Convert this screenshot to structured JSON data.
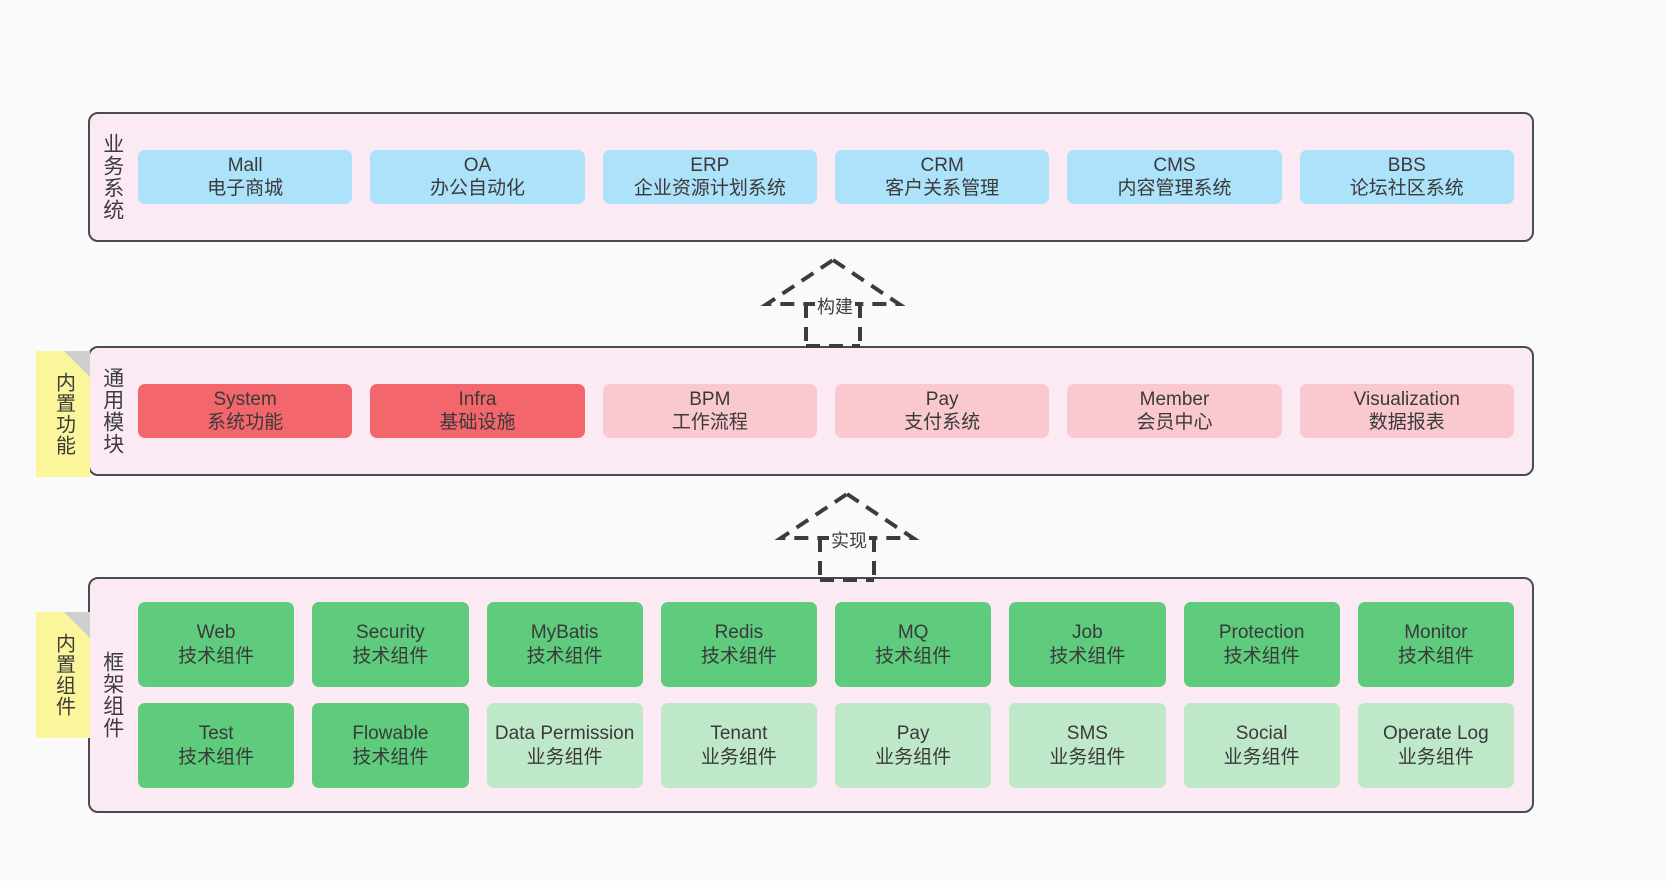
{
  "diagram": {
    "title_note": "分层架构图",
    "background_color": "#fafafa",
    "layer_fill": "#fbeaf4",
    "layer_border": "#4a4a52",
    "sticky_color": "#fbf59b",
    "colors": {
      "blue": "#ade2fb",
      "red": "#f2666c",
      "pink": "#fac9cf",
      "green": "#5ecb7d",
      "mint": "#bfe8c9"
    }
  },
  "layers": [
    {
      "id": "business-systems",
      "caption": "业务系统",
      "sticky": null,
      "rows": [
        {
          "cards": [
            {
              "name": "Mall",
              "sub": "电子商城",
              "color": "blue"
            },
            {
              "name": "OA",
              "sub": "办公自动化",
              "color": "blue"
            },
            {
              "name": "ERP",
              "sub": "企业资源计划系统",
              "color": "blue"
            },
            {
              "name": "CRM",
              "sub": "客户关系管理",
              "color": "blue"
            },
            {
              "name": "CMS",
              "sub": "内容管理系统",
              "color": "blue"
            },
            {
              "name": "BBS",
              "sub": "论坛社区系统",
              "color": "blue"
            }
          ]
        }
      ]
    },
    {
      "id": "common-modules",
      "caption": "通用模块",
      "sticky": "内置功能",
      "rows": [
        {
          "cards": [
            {
              "name": "System",
              "sub": "系统功能",
              "color": "red"
            },
            {
              "name": "Infra",
              "sub": "基础设施",
              "color": "red"
            },
            {
              "name": "BPM",
              "sub": "工作流程",
              "color": "pink"
            },
            {
              "name": "Pay",
              "sub": "支付系统",
              "color": "pink"
            },
            {
              "name": "Member",
              "sub": "会员中心",
              "color": "pink"
            },
            {
              "name": "Visualization",
              "sub": "数据报表",
              "color": "pink"
            }
          ]
        }
      ]
    },
    {
      "id": "framework-components",
      "caption": "框架组件",
      "sticky": "内置组件",
      "rows": [
        {
          "cards": [
            {
              "name": "Web",
              "sub": "技术组件",
              "color": "green"
            },
            {
              "name": "Security",
              "sub": "技术组件",
              "color": "green"
            },
            {
              "name": "MyBatis",
              "sub": "技术组件",
              "color": "green"
            },
            {
              "name": "Redis",
              "sub": "技术组件",
              "color": "green"
            },
            {
              "name": "MQ",
              "sub": "技术组件",
              "color": "green"
            },
            {
              "name": "Job",
              "sub": "技术组件",
              "color": "green"
            },
            {
              "name": "Protection",
              "sub": "技术组件",
              "color": "green"
            },
            {
              "name": "Monitor",
              "sub": "技术组件",
              "color": "green"
            }
          ]
        },
        {
          "cards": [
            {
              "name": "Test",
              "sub": "技术组件",
              "color": "green"
            },
            {
              "name": "Flowable",
              "sub": "技术组件",
              "color": "green"
            },
            {
              "name": "Data Permission",
              "sub": "业务组件",
              "color": "mint"
            },
            {
              "name": "Tenant",
              "sub": "业务组件",
              "color": "mint"
            },
            {
              "name": "Pay",
              "sub": "业务组件",
              "color": "mint"
            },
            {
              "name": "SMS",
              "sub": "业务组件",
              "color": "mint"
            },
            {
              "name": "Social",
              "sub": "业务组件",
              "color": "mint"
            },
            {
              "name": "Operate Log",
              "sub": "业务组件",
              "color": "mint"
            }
          ]
        }
      ]
    }
  ],
  "connectors": [
    {
      "id": "build",
      "label": "构建"
    },
    {
      "id": "implement",
      "label": "实现"
    }
  ]
}
